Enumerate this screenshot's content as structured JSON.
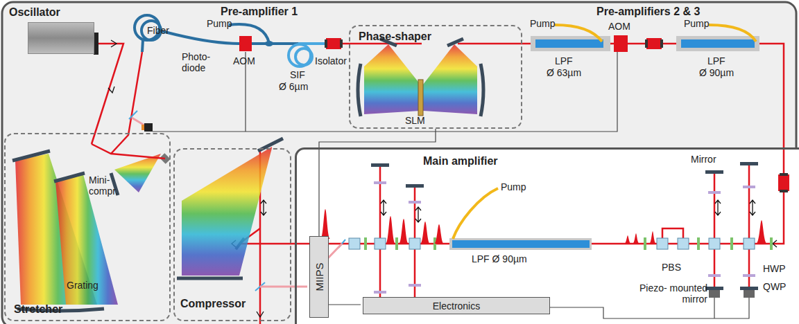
{
  "diagram": {
    "nodes": [
      {
        "text": [
          "Stretcher"
        ]
      },
      {
        "text": [
          "Compressor"
        ]
      },
      {
        "text": [
          "Phase-shaper"
        ]
      },
      {
        "text": [
          "Main amplifier"
        ]
      },
      {
        "text": [
          "MIIPS"
        ],
        "in": 3
      },
      {
        "text": [
          "Electronics"
        ],
        "in": 3
      },
      {
        "text": [
          "Oscillator"
        ]
      }
    ],
    "edges": [
      {
        "from": 4,
        "to": 2,
        "arrow": "none"
      }
    ],
    "labels": [
      "Pre-amplifier 1",
      "Pump",
      "Fiber",
      "AOM",
      "Photo- diode",
      "SIF",
      "Ø 6µm",
      "Isolator",
      "SLM",
      "Pre-amplifiers 2 & 3",
      "Pump",
      "LPF",
      "Ø 63µm",
      "AOM",
      "Pump",
      "LPF",
      "Ø 90µm",
      "Mini- compr.",
      "Grating",
      "Pump",
      "LPF Ø 90µm",
      "Mirror",
      "PBS",
      "HWP",
      "QWP",
      "Piezo- mounted mirror"
    ]
  }
}
